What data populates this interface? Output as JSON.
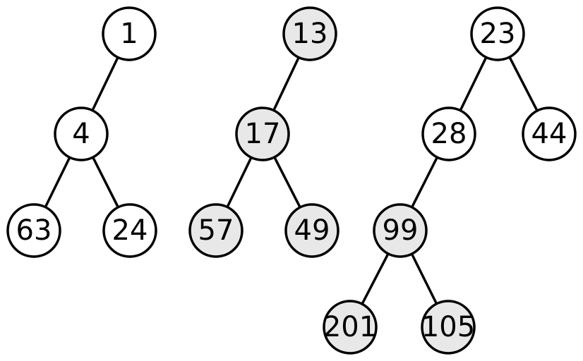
{
  "colors": {
    "node_fill_default": "#ffffff",
    "node_fill_highlighted": "#e8e8e8",
    "stroke": "#000000"
  },
  "trees": [
    {
      "nodes": [
        {
          "id": "n1",
          "label": "1",
          "highlighted": false
        },
        {
          "id": "n4",
          "label": "4",
          "highlighted": false
        },
        {
          "id": "n63",
          "label": "63",
          "highlighted": false
        },
        {
          "id": "n24",
          "label": "24",
          "highlighted": false
        }
      ],
      "edges": [
        [
          "n1",
          "n4"
        ],
        [
          "n4",
          "n63"
        ],
        [
          "n4",
          "n24"
        ]
      ]
    },
    {
      "nodes": [
        {
          "id": "n13",
          "label": "13",
          "highlighted": true
        },
        {
          "id": "n17",
          "label": "17",
          "highlighted": true
        },
        {
          "id": "n57",
          "label": "57",
          "highlighted": true
        },
        {
          "id": "n49",
          "label": "49",
          "highlighted": true
        }
      ],
      "edges": [
        [
          "n13",
          "n17"
        ],
        [
          "n17",
          "n57"
        ],
        [
          "n17",
          "n49"
        ]
      ]
    },
    {
      "nodes": [
        {
          "id": "n23",
          "label": "23",
          "highlighted": false
        },
        {
          "id": "n28",
          "label": "28",
          "highlighted": false
        },
        {
          "id": "n44",
          "label": "44",
          "highlighted": false
        },
        {
          "id": "n99",
          "label": "99",
          "highlighted": true
        },
        {
          "id": "n201",
          "label": "201",
          "highlighted": true
        },
        {
          "id": "n105",
          "label": "105",
          "highlighted": true
        }
      ],
      "edges": [
        [
          "n23",
          "n28"
        ],
        [
          "n23",
          "n44"
        ],
        [
          "n28",
          "n99"
        ],
        [
          "n99",
          "n201"
        ],
        [
          "n99",
          "n105"
        ]
      ]
    }
  ]
}
